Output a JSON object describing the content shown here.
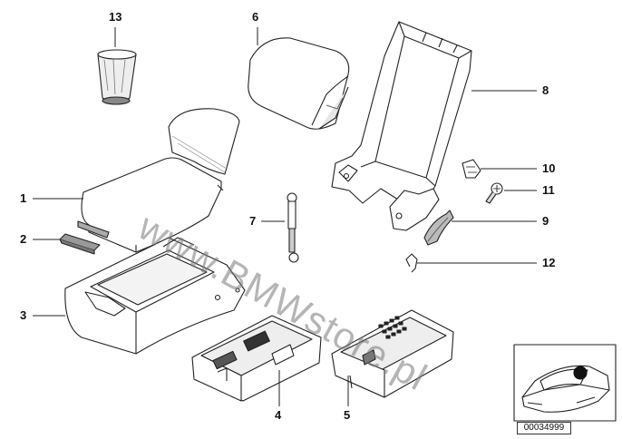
{
  "callouts": {
    "n1": "1",
    "n2": "2",
    "n3": "3",
    "n4": "4",
    "n5": "5",
    "n6": "6",
    "n7": "7",
    "n8": "8",
    "n9": "9",
    "n10": "10",
    "n11": "11",
    "n12": "12",
    "n13": "13"
  },
  "watermark": "www.BMWstore.pl",
  "diagram_id": "00034999",
  "colors": {
    "line": "#222222",
    "fill": "#ffffff",
    "shade": "#d8d8d8",
    "dark": "#555555"
  }
}
